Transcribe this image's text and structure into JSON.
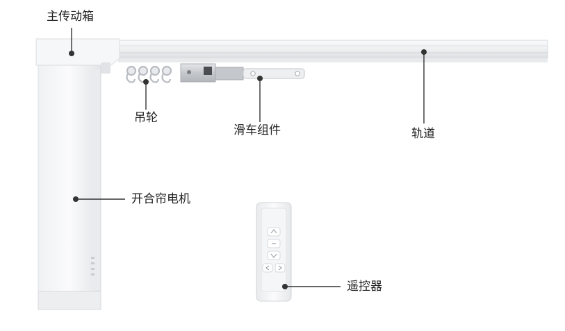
{
  "labels": {
    "main_gearbox": "主传动箱",
    "hanging_wheels": "吊轮",
    "pulley_assembly": "滑车组件",
    "track": "轨道",
    "curtain_motor": "开合帘电机",
    "remote_control": "遥控器"
  },
  "colors": {
    "background": "#ffffff",
    "product_white": "#f4f5f6",
    "product_shadow": "#dfe1e4",
    "leader_line": "#333333",
    "text": "#222222",
    "metal": "#c9cbcf"
  },
  "remote": {
    "button_icons": [
      "up-arrow",
      "pause",
      "down-arrow",
      "left-arrow",
      "right-arrow"
    ]
  }
}
